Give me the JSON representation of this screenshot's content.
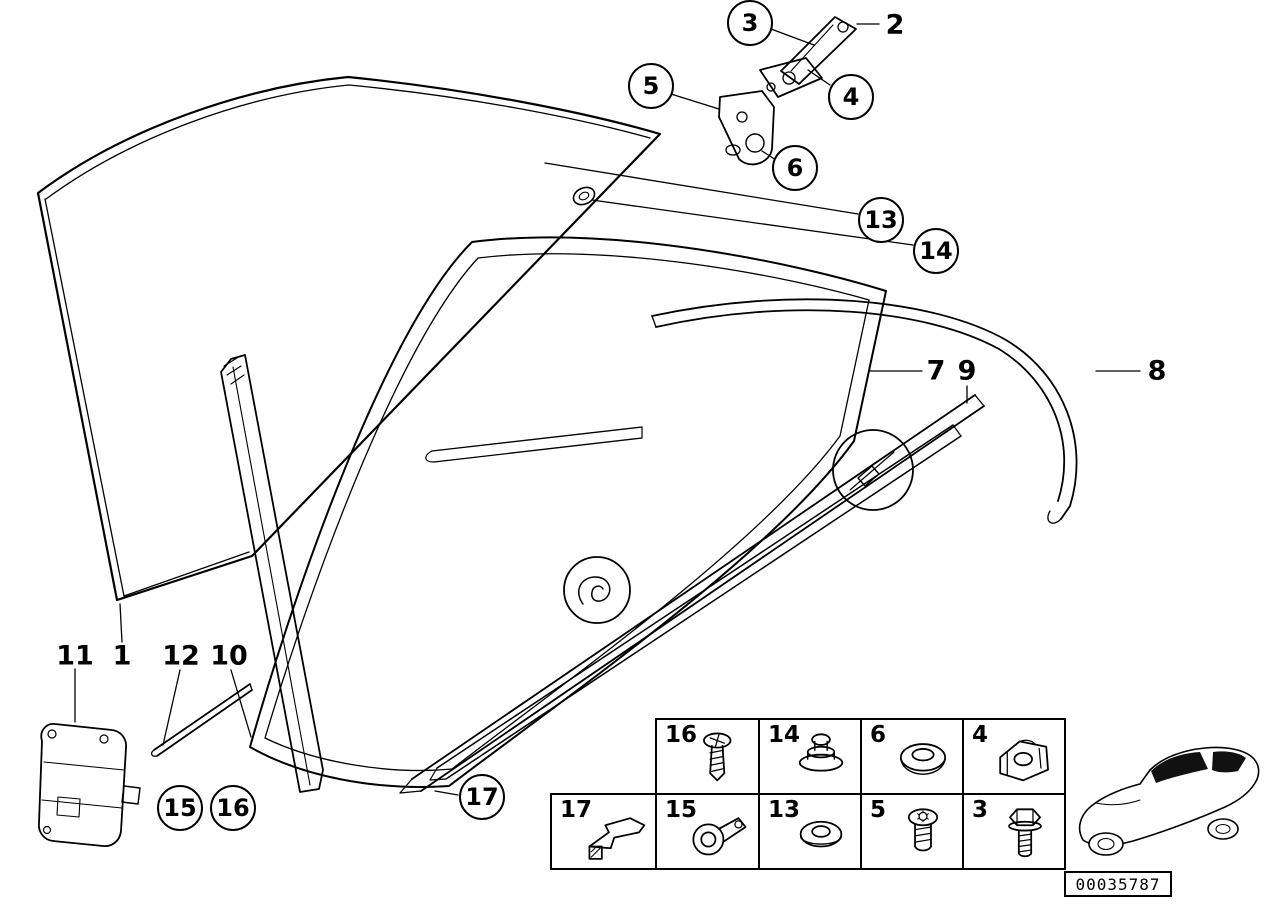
{
  "colors": {
    "ink": "#000000",
    "paper": "#ffffff",
    "window_glass_fill": "#111111"
  },
  "callouts": {
    "circled": [
      {
        "label": "3"
      },
      {
        "label": "5"
      },
      {
        "label": "4"
      },
      {
        "label": "6"
      },
      {
        "label": "13"
      },
      {
        "label": "14"
      },
      {
        "label": "15"
      },
      {
        "label": "16"
      },
      {
        "label": "17"
      }
    ],
    "plain": [
      {
        "label": "2"
      },
      {
        "label": "7"
      },
      {
        "label": "9"
      },
      {
        "label": "8"
      },
      {
        "label": "11"
      },
      {
        "label": "1"
      },
      {
        "label": "12"
      },
      {
        "label": "10"
      }
    ]
  },
  "legend": {
    "row1": [
      {
        "label": "16",
        "icon": "pan-head-screw"
      },
      {
        "label": "14",
        "icon": "grommet-with-pin"
      },
      {
        "label": "6",
        "icon": "round-grommet"
      },
      {
        "label": "4",
        "icon": "spring-clip-nut"
      }
    ],
    "row2": [
      {
        "label": "17",
        "icon": "retaining-bracket"
      },
      {
        "label": "15",
        "icon": "cable-clamp"
      },
      {
        "label": "13",
        "icon": "flat-washer"
      },
      {
        "label": "5",
        "icon": "torx-screw"
      },
      {
        "label": "3",
        "icon": "hex-bolt"
      }
    ]
  },
  "part_number": "00035787"
}
